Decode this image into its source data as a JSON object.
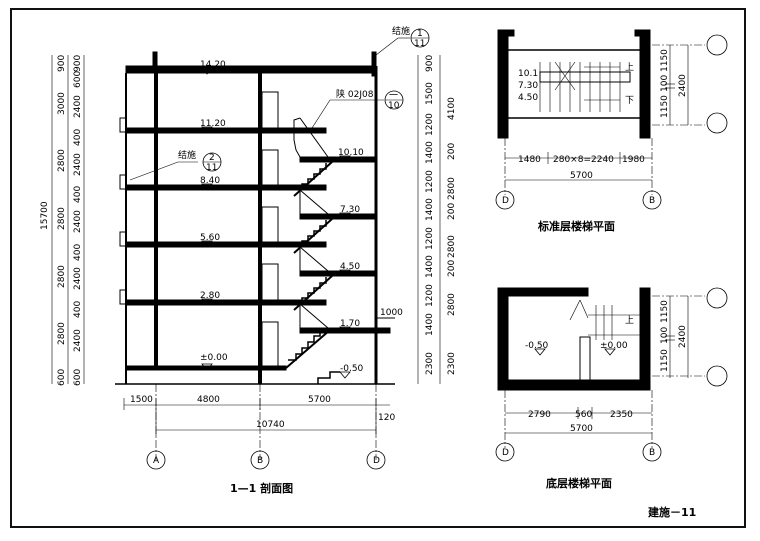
{
  "section": {
    "title": "1—1 剖面图",
    "elevations": [
      "14.20",
      "11.20",
      "8.40",
      "5.60",
      "2.80",
      "±0.00",
      "10.10",
      "7.30",
      "4.50",
      "1.70",
      "-0.50"
    ],
    "ref_top": "结施",
    "ref_top_num": "1",
    "ref_top_den": "11",
    "ref_left": "结施",
    "ref_left_num": "2",
    "ref_left_den": "11",
    "ref_stair": "陕 02J08",
    "ref_stair_num": "一",
    "ref_stair_den": "10",
    "left_dims_outer": [
      "900",
      "3000",
      "2800",
      "2800",
      "2800",
      "2800",
      "600"
    ],
    "total_height": "15700",
    "left_dims_inner": [
      "900",
      "600",
      "2400",
      "400",
      "2400",
      "400",
      "2400",
      "400",
      "2400",
      "400",
      "2400",
      "600"
    ],
    "right_dims_a": [
      "900",
      "1500",
      "1200",
      "1400",
      "1200",
      "1400",
      "1200",
      "1400",
      "1200",
      "1400",
      "2300"
    ],
    "right_dims_b": [
      "4100",
      "200",
      "2800",
      "200",
      "2800",
      "200",
      "2800",
      "2300"
    ],
    "bottom_dims": [
      "1500",
      "4800",
      "5700",
      "120"
    ],
    "bottom_total": "10740",
    "railing_dim": "1000",
    "axes": [
      "A",
      "B",
      "D"
    ]
  },
  "standard_plan": {
    "title": "标准层楼梯平面",
    "levels": [
      "10.1",
      "7.30",
      "4.50"
    ],
    "up": "上",
    "down": "下",
    "dims": [
      "1480",
      "280×8=2240",
      "1980"
    ],
    "total": "5700",
    "right_dims": [
      "1150",
      "100",
      "1150"
    ],
    "right_total": "2400",
    "axes": [
      "D",
      "B"
    ]
  },
  "ground_plan": {
    "title": "底层楼梯平面",
    "levels": [
      "-0.50",
      "±0.00"
    ],
    "up": "上",
    "dims": [
      "2790",
      "560",
      "2350"
    ],
    "total": "5700",
    "right_dims": [
      "1150",
      "100",
      "1150"
    ],
    "right_total": "2400",
    "axes": [
      "D",
      "B"
    ]
  },
  "sheet_no": "建施－11"
}
